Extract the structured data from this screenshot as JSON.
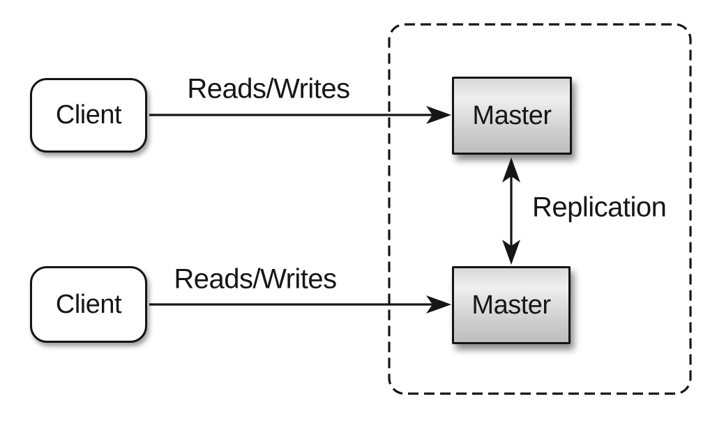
{
  "background": "#ffffff",
  "colors": {
    "background": "#ffffff",
    "ink": "#161616",
    "node_border": "#141414",
    "client_fill": "#ffffff",
    "master_fill_top": "#d8d8d8",
    "master_fill_mid": "#efefef",
    "master_fill_bottom": "#bdbdbd",
    "arrow": "#161616",
    "dashed_border": "#1a1a1a"
  },
  "diagram": {
    "type": "architecture-diagram",
    "topic": "master-master replication"
  },
  "nodes": {
    "client_top": {
      "label": "Client",
      "shape": "rounded-rectangle"
    },
    "client_bottom": {
      "label": "Client",
      "shape": "rounded-rectangle"
    },
    "master_top": {
      "label": "Master",
      "shape": "rectangle"
    },
    "master_bottom": {
      "label": "Master",
      "shape": "rectangle"
    }
  },
  "edges": {
    "client_top_to_master_top": {
      "label": "Reads/Writes",
      "direction": "one-way"
    },
    "client_bottom_to_master_bottom": {
      "label": "Reads/Writes",
      "direction": "one-way"
    },
    "master_to_master": {
      "label": "Replication",
      "direction": "two-way"
    }
  },
  "groups": {
    "replication_boundary": {
      "style": "dashed-rounded-rectangle",
      "contains": [
        "master_top",
        "master_bottom"
      ]
    }
  }
}
